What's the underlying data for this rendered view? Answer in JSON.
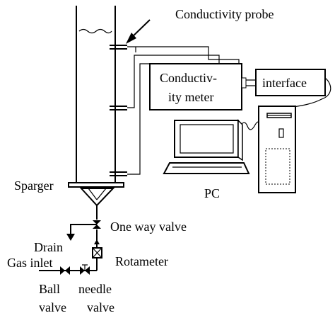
{
  "labels": {
    "conductivity_probe": "Conductivity probe",
    "meter_line1": "Conductiv-",
    "meter_line2": "ity meter",
    "interface": "interface",
    "pc": "PC",
    "sparger": "Sparger",
    "one_way_valve": "One way valve",
    "drain": "Drain",
    "gas_inlet": "Gas inlet",
    "rotameter": "Rotameter",
    "ball": "Ball",
    "valve_1": "valve",
    "needle": "needle",
    "valve_2": "valve"
  }
}
